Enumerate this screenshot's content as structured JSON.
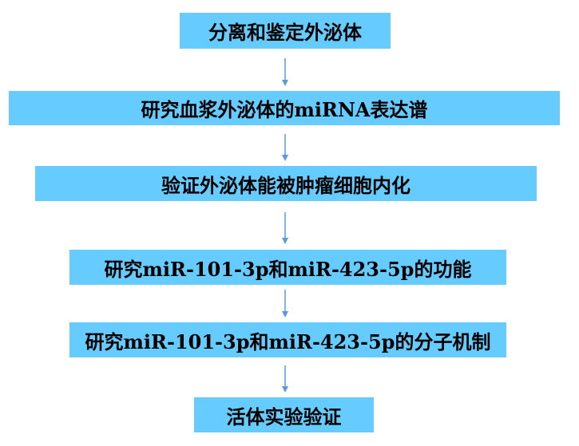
{
  "flowchart": {
    "steps": [
      "分离和鉴定外泌体",
      "研究血浆外泌体的miRNA表达谱",
      "验证外泌体能被肿瘤细胞内化",
      "研究miR-101-3p和miR-423-5p的功能",
      "研究miR-101-3p和miR-423-5p的分子机制",
      "活体实验验证"
    ],
    "colors": {
      "box_fill": "#66ccff",
      "arrow": "#5b9bd5",
      "text": "#000000"
    }
  }
}
